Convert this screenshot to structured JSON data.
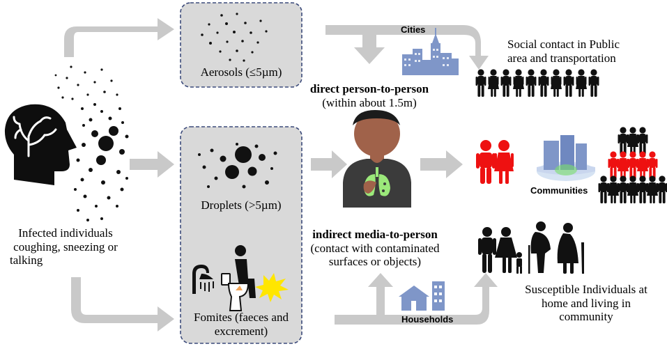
{
  "infected": {
    "line1": "Infected individuals",
    "line2": "coughing, sneezing or",
    "line3": "talking"
  },
  "aerosols": {
    "label": "Aerosols (≤5µm)"
  },
  "droplets": {
    "label": "Droplets (>5µm)"
  },
  "fomites": {
    "line1": "Fomites (faeces and",
    "line2": "excrement)"
  },
  "direct": {
    "title": "direct person-to-person",
    "sub": "(within about 1.5m)"
  },
  "indirect": {
    "title": "indirect media-to-person",
    "line1": "(contact with contaminated",
    "line2": "surfaces or objects)"
  },
  "cities": {
    "label": "Cities"
  },
  "households": {
    "label": "Households"
  },
  "communities": {
    "label": "Communities"
  },
  "social": {
    "line1": "Social contact in Public",
    "line2": "area and transportation"
  },
  "susceptible": {
    "line1": "Susceptible Individuals at",
    "line2": "home and living in",
    "line3": "community"
  },
  "colors": {
    "arrow": "#c9c9c9",
    "box_fill": "#d9d9d9",
    "box_border": "#3b4a7a",
    "building": "#7f96c8",
    "red": "#ee1111",
    "skin": "#a0624a",
    "lung": "#9be87a",
    "shirt": "#3b3b3b",
    "yellow": "#ffe600"
  }
}
